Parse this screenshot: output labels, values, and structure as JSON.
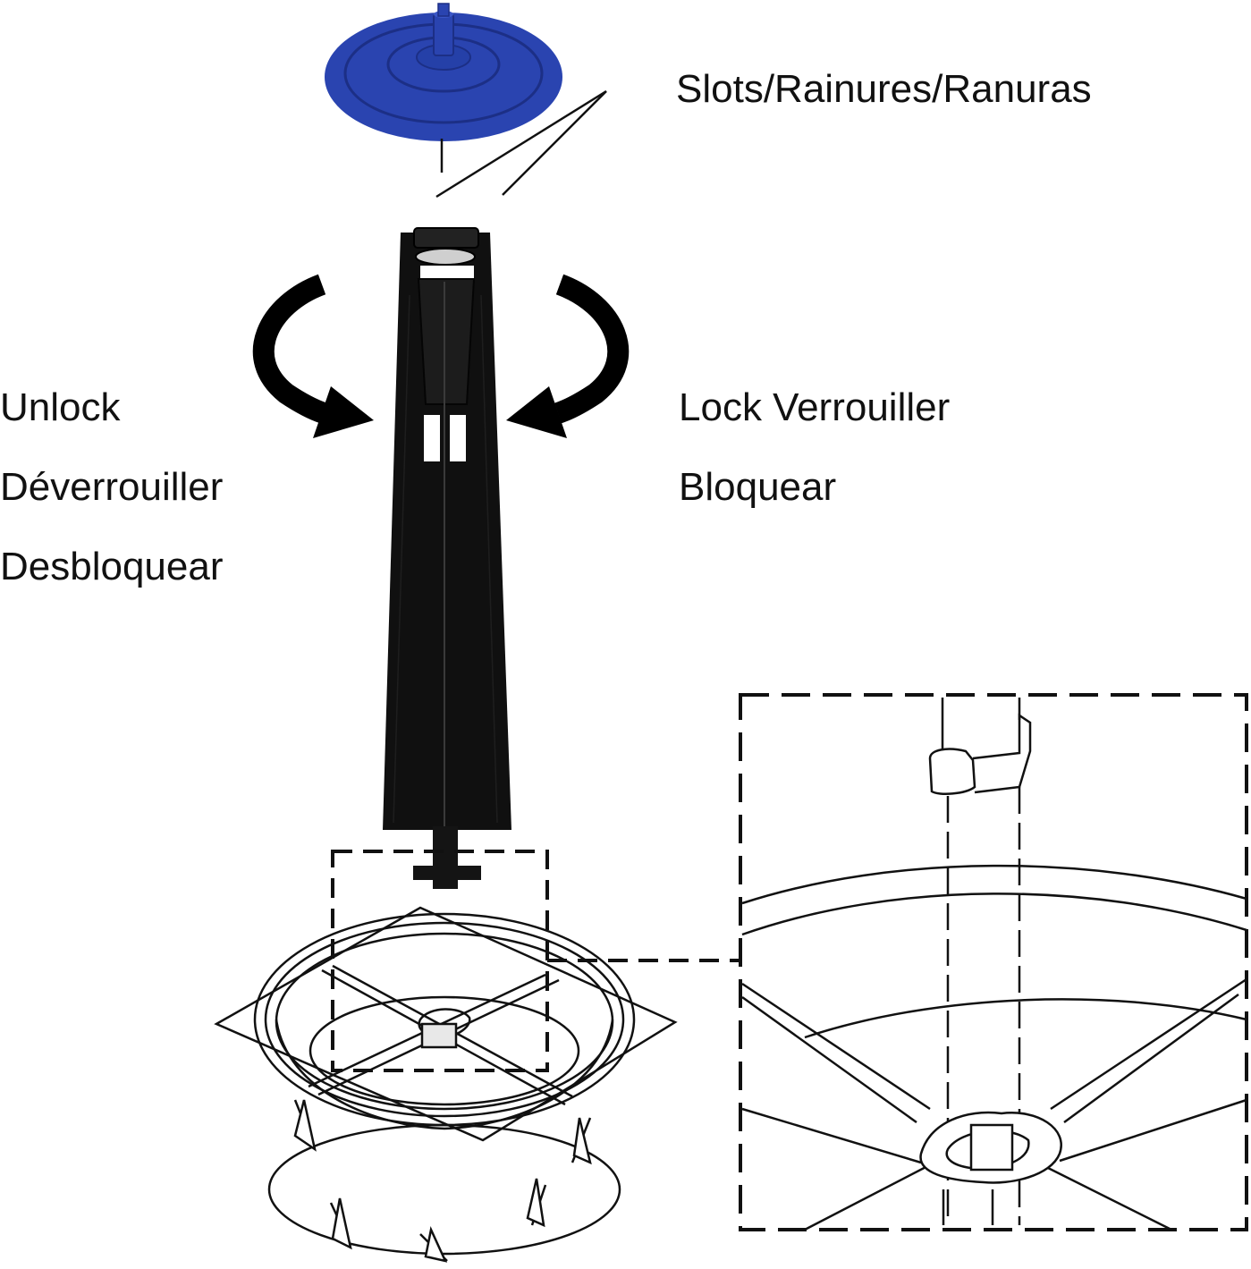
{
  "labels": {
    "slots": "Slots/Rainures/Ranuras",
    "unlock": [
      "Unlock",
      "Déverrouiller",
      "Desbloquear"
    ],
    "lock": [
      "Lock Verrouiller",
      "Bloquear"
    ]
  },
  "colors": {
    "cap": "#2a44b0",
    "cap_dark": "#1c2f86",
    "post": "#101010",
    "line": "#111111",
    "text": "#111111",
    "background": "#ffffff"
  },
  "icons": {
    "unlock_arrow": "curved-arrow-clockwise-icon",
    "lock_arrow": "curved-arrow-counterclockwise-icon"
  }
}
